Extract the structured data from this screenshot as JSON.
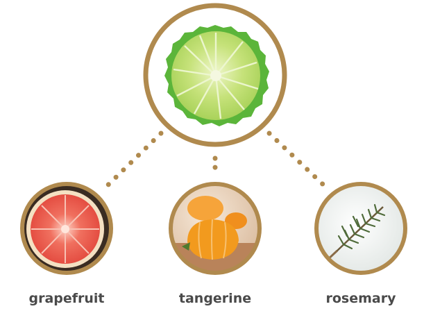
{
  "colors": {
    "ring": "#b08a4e",
    "connector": "#b08a4e",
    "label_text": "#4a4a4a",
    "lime_rind": "#5bb53a",
    "lime_flesh": "#c6e27a",
    "grapefruit_flesh": "#e8574a",
    "tangerine": "#f29a1e",
    "rosemary": "#4f6b3a"
  },
  "center_node": {
    "icon": "bergamot-lime-icon"
  },
  "nodes": [
    {
      "label": "grapefruit",
      "icon": "grapefruit-icon"
    },
    {
      "label": "tangerine",
      "icon": "tangerine-icon"
    },
    {
      "label": "rosemary",
      "icon": "rosemary-icon"
    }
  ]
}
